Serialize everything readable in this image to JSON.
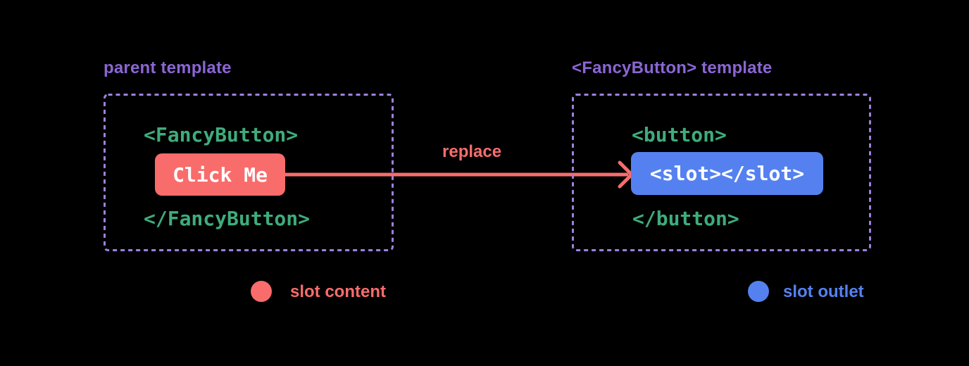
{
  "colors": {
    "background": "#000000",
    "purple_text": "#8b66d4",
    "purple_border": "#9c82dd",
    "green_code": "#3eac7c",
    "coral": "#f96c6c",
    "blue": "#5581f0",
    "white": "#ffffff"
  },
  "parent_template": {
    "label": "parent template",
    "open_tag": "<FancyButton>",
    "button_text": "Click Me",
    "close_tag": "</FancyButton>"
  },
  "arrow": {
    "label": "replace"
  },
  "fancybutton_template": {
    "label": "<FancyButton> template",
    "open_tag": "<button>",
    "slot_text": "<slot></slot>",
    "close_tag": "</button>"
  },
  "legend": {
    "slot_content": {
      "label": "slot content",
      "color": "#f96c6c"
    },
    "slot_outlet": {
      "label": "slot outlet",
      "color": "#5581f0"
    }
  }
}
